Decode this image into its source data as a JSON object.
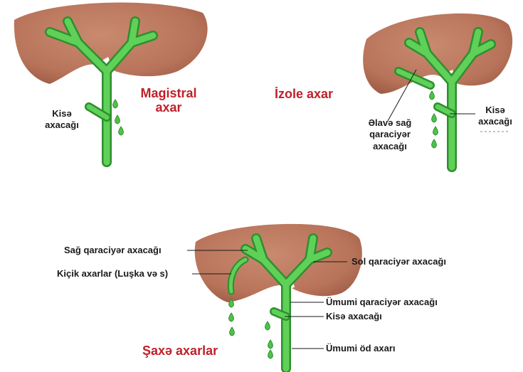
{
  "panels": {
    "magistral": {
      "title_lines": [
        "Magistral",
        "axar"
      ],
      "cystic_label_lines": [
        "Kisə",
        "axacağı"
      ]
    },
    "izole": {
      "title": "İzole axar",
      "accessory_label_lines": [
        "Əlavə sağ",
        "qaraciyər",
        "axacağı"
      ],
      "cystic_label_lines": [
        "Kisə",
        "axacağı"
      ]
    },
    "saxe": {
      "title": "Şaxə axarlar",
      "labels": {
        "right_hepatic": "Sağ qaraciyər axacağı",
        "small_ducts": "Kiçik axarlar (Luşka və s)",
        "left_hepatic": "Sol qaraciyər axacağı",
        "common_hepatic": "Ümumi qaraciyər axacağı",
        "cystic": "Kisə axacağı",
        "common_bile": "Ümumi öd axarı"
      }
    }
  },
  "colors": {
    "title_red": "#c0202a",
    "liver": "#b8745a",
    "liver_dark": "#9c5a44",
    "duct_green": "#4fc24a",
    "duct_dark": "#2e8f2e",
    "label_text": "#1a1a1a"
  }
}
